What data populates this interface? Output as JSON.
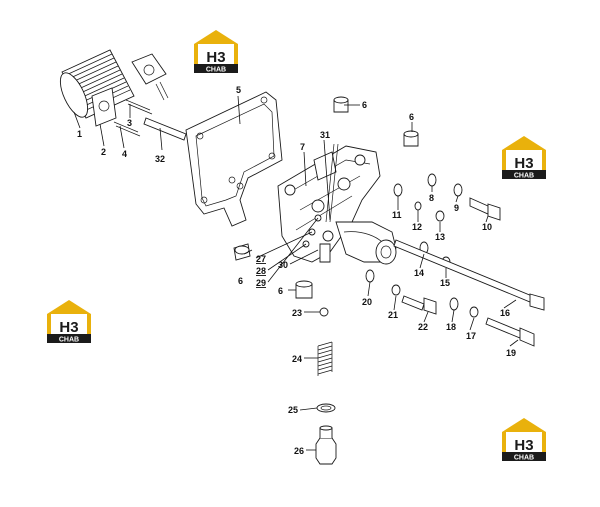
{
  "watermark": {
    "logo_main": "H3",
    "logo_sub": "CHAB",
    "logo_color": "#e9b10c",
    "logo_dark": "#1b1b1b"
  },
  "callouts": {
    "c1": "1",
    "c2": "2",
    "c3": "3",
    "c4": "4",
    "c5": "5",
    "c6a": "6",
    "c6b": "6",
    "c6c": "6",
    "c6d": "6",
    "c7": "7",
    "c8": "8",
    "c9": "9",
    "c10": "10",
    "c11": "11",
    "c12": "12",
    "c13": "13",
    "c14": "14",
    "c15": "15",
    "c16": "16",
    "c17": "17",
    "c18": "18",
    "c19": "19",
    "c20": "20",
    "c21": "21",
    "c22": "22",
    "c23": "23",
    "c24": "24",
    "c25": "25",
    "c26": "26",
    "c27": "27",
    "c28": "28",
    "c29": "29",
    "c30": "30",
    "c31": "31",
    "c32": "32"
  }
}
